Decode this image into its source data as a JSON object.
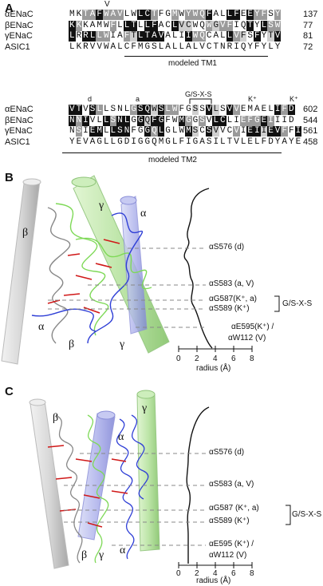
{
  "panelA": {
    "letter": "A",
    "block1": {
      "top_mark": "V",
      "rows": [
        {
          "name": "αENaC",
          "seq": "MKTAFWAVLWLCTFGMWYWQFALLFEEYFSY",
          "num": "137"
        },
        {
          "name": "βENaC",
          "seq": "KKKAMWFLLTLLFACLVCWQWGVFIQTYLSW",
          "num": "77"
        },
        {
          "name": "γENaC",
          "seq": "LRRLLWIAFTLTAVALIIWQCALLVFSFYTV",
          "num": "81"
        },
        {
          "name": "ASIC1",
          "seq": "LKRVVWALCFMGSLALLALVCTNRIQYFYLY",
          "num": "72"
        }
      ],
      "underline_label": "modeled TM1"
    },
    "block2": {
      "marks": {
        "d": "d",
        "a": "a",
        "motif": "G/S-X-S",
        "k1": "K⁺",
        "k2": "K⁺"
      },
      "rows": [
        {
          "name": "αENaC",
          "seq": "VTVSLLSNLGSQWSLWFGSSVLSVVEMAELIFD",
          "num": "602"
        },
        {
          "name": "βENaC",
          "seq": "NNIVLLSNLGGQFGFWMGGSVLCLIEFGEIIID",
          "num": "544"
        },
        {
          "name": "γENaC",
          "seq": "NSIEMLLSNFGGQLGLWMSCSVVCVIEIIEVFFI",
          "num": "561"
        },
        {
          "name": "ASIC1",
          "seq": "YEVAGLLGDIGGQMGLFIGASILTVLELFDYAYE",
          "num": "458"
        }
      ],
      "underline_label": "modeled TM2"
    }
  },
  "panelB": {
    "letter": "B",
    "helix_labels": {
      "beta_top": "β",
      "gamma_top": "γ",
      "alpha_top": "α",
      "alpha_bottom": "α",
      "beta_bottom": "β",
      "gamma_bottom": "γ"
    },
    "residues": [
      "αS576 (d)",
      "αS583 (a, V)",
      "αG587(K⁺, a)",
      "αS589 (K⁺)",
      "αE595(K⁺) /",
      "αW112 (V)"
    ],
    "bracket_label": "G/S-X-S",
    "xaxis": {
      "ticks": [
        "0",
        "2",
        "4",
        "6",
        "8"
      ],
      "label": "radius (Å)"
    }
  },
  "panelC": {
    "letter": "C",
    "helix_labels": {
      "beta_top": "β",
      "alpha_top": "α",
      "gamma_top": "γ",
      "beta_bottom": "β",
      "gamma_bottom": "γ",
      "alpha_bottom": "α"
    },
    "residues": [
      "αS576 (d)",
      "αS583 (a, V)",
      "αG587 (K⁺, a)",
      "αS589 (K⁺)",
      "αE595 (K⁺) /",
      "αW112 (V)"
    ],
    "bracket_label": "G/S-X-S",
    "xaxis": {
      "ticks": [
        "0",
        "2",
        "4",
        "6",
        "8"
      ],
      "label": "radius (Å)"
    }
  },
  "colors": {
    "alpha": "#2f3fd6",
    "beta": "#7a7a7a",
    "gamma": "#7ed957",
    "red": "#d01818"
  }
}
